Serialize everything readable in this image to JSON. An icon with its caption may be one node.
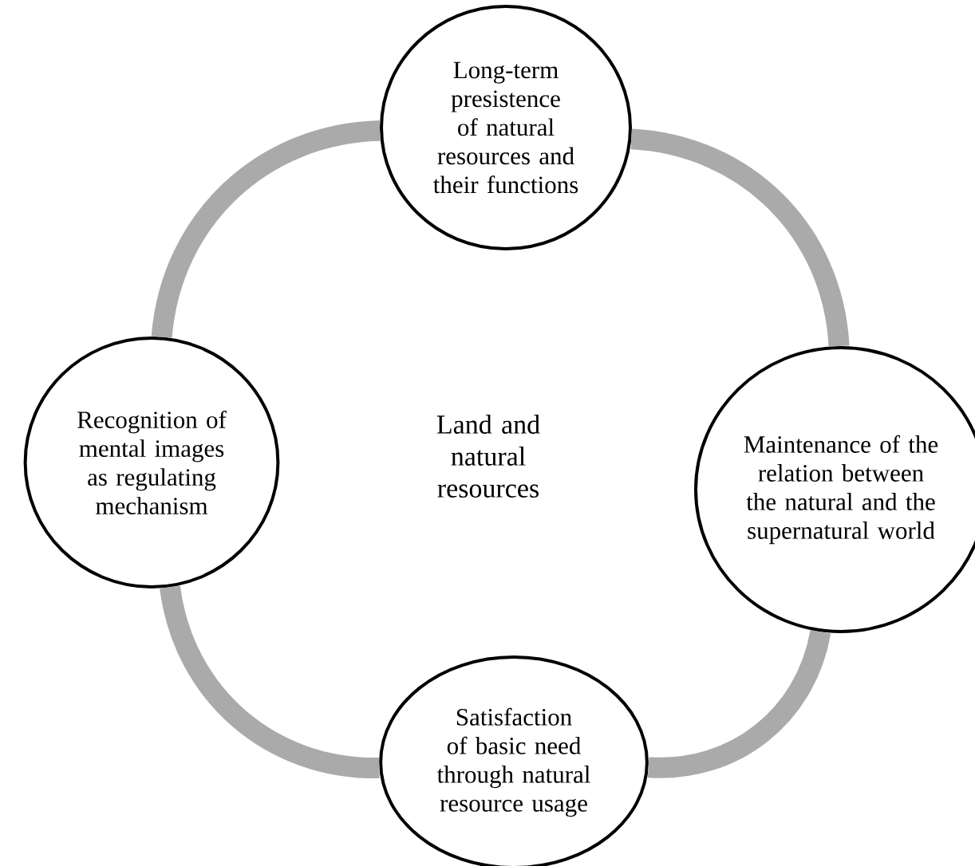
{
  "diagram": {
    "nodes": [
      {
        "text": [
          "Long-term presistence of natural resources and their functions"
        ]
      },
      {
        "text": [
          "Recognition of mental images as regulating mechanism"
        ]
      },
      {
        "text": [
          "Maintenance of the relation between the natural and the supernatural world"
        ]
      },
      {
        "text": [
          "Satisfaction of basic need through natural resource usage"
        ]
      }
    ],
    "edges": [
      {
        "from": 0,
        "to": 2,
        "arrow": "none"
      },
      {
        "from": 2,
        "to": 3,
        "arrow": "none"
      },
      {
        "from": 3,
        "to": 1,
        "arrow": "none"
      },
      {
        "from": 1,
        "to": 0,
        "arrow": "none"
      }
    ],
    "labels": [
      "Land and natural resources"
    ]
  }
}
